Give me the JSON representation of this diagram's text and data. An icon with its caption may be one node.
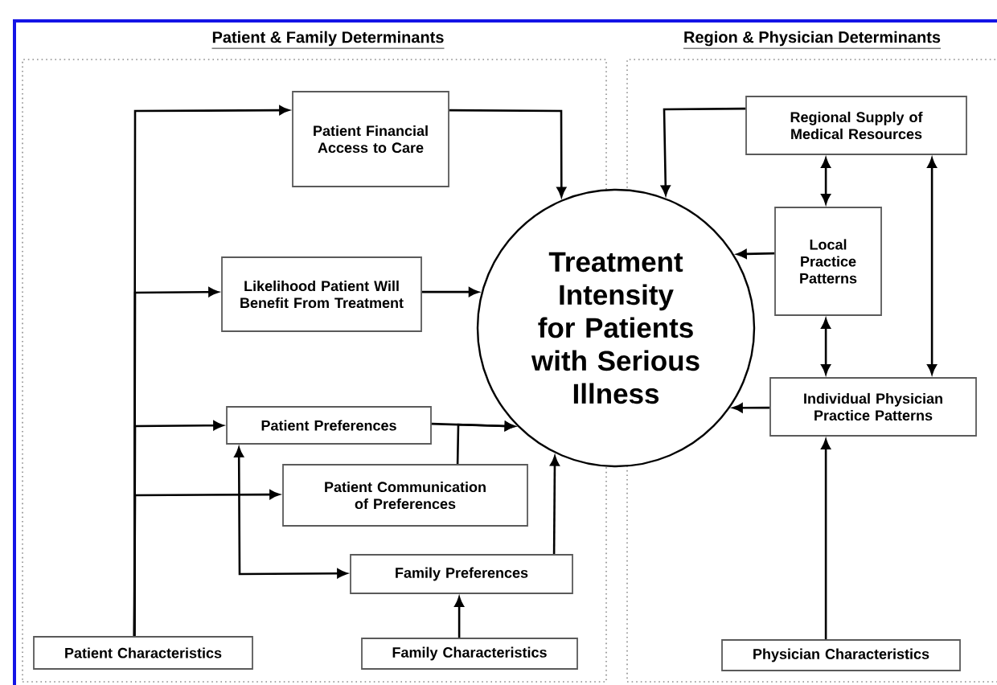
{
  "diagram": {
    "nodes": [
      {
        "text": [
          "Patient & Family Determinants"
        ]
      },
      {
        "text": [
          "Patient Financial Access to Care"
        ],
        "in": 0
      },
      {
        "text": [
          "Likelihood Patient Will Benefit From Treatment"
        ],
        "in": 0
      },
      {
        "text": [
          "Patient Preferences"
        ],
        "in": 0
      },
      {
        "text": [
          "Patient Communication of Preferences"
        ],
        "in": 0
      },
      {
        "text": [
          "Family Preferences"
        ],
        "in": 0
      },
      {
        "text": [
          "Patient Characteristics"
        ],
        "in": 0
      },
      {
        "text": [
          "Family Characteristics"
        ],
        "in": 0
      },
      {
        "text": [
          "Treatment Intensity for Patients with Serious Illness"
        ]
      },
      {
        "text": [
          "Region & Physician Determinants"
        ]
      },
      {
        "text": [
          "Regional Supply of Medical Resources"
        ],
        "in": 9
      },
      {
        "text": [
          "Local Practice Patterns"
        ],
        "in": 9
      },
      {
        "text": [
          "Individual Physician Practice Patterns"
        ],
        "in": 9
      },
      {
        "text": [
          "Physician Characteristics"
        ],
        "in": 9
      }
    ],
    "edges": [
      {
        "from": 6,
        "to": 1,
        "arrow": "to"
      },
      {
        "from": 6,
        "to": 2,
        "arrow": "to"
      },
      {
        "from": 6,
        "to": 3,
        "arrow": "to"
      },
      {
        "from": 6,
        "to": 4,
        "arrow": "to"
      },
      {
        "from": 1,
        "to": 8,
        "arrow": "to"
      },
      {
        "from": 2,
        "to": 8,
        "arrow": "to"
      },
      {
        "from": 3,
        "to": 8,
        "arrow": "to"
      },
      {
        "from": 4,
        "to": 8,
        "arrow": "to"
      },
      {
        "from": 3,
        "to": 5,
        "arrow": "both"
      },
      {
        "from": 5,
        "to": 8,
        "arrow": "to"
      },
      {
        "from": 7,
        "to": 5,
        "arrow": "to"
      },
      {
        "from": 10,
        "to": 8,
        "arrow": "to"
      },
      {
        "from": 10,
        "to": 11,
        "arrow": "both"
      },
      {
        "from": 11,
        "to": 8,
        "arrow": "to"
      },
      {
        "from": 11,
        "to": 12,
        "arrow": "both"
      },
      {
        "from": 10,
        "to": 12,
        "arrow": "both"
      },
      {
        "from": 12,
        "to": 8,
        "arrow": "to"
      },
      {
        "from": 13,
        "to": 12,
        "arrow": "to"
      }
    ]
  }
}
